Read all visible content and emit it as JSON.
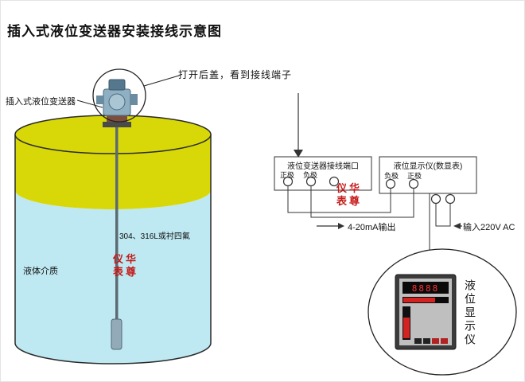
{
  "page": {
    "title": "插入式液位变送器安装接线示意图"
  },
  "tank": {
    "transmitter_label": "插入式液位变送器",
    "rod_material_label": "304、316L或衬四氟",
    "medium_label": "液体介质"
  },
  "callout": {
    "open_cover_text": "打开后盖，看到接线端子"
  },
  "watermark": {
    "line1": "仪华",
    "line2": "表尊"
  },
  "transmitter_terminal_box": {
    "title": "液位变送器接线端口",
    "positive_label": "正极",
    "negative_label": "负极"
  },
  "display_meter_box": {
    "title": "液位显示仪(数显表)",
    "negative_label": "负极",
    "positive_label": "正极"
  },
  "signals": {
    "output_label": "4-20mA输出",
    "power_label": "输入220V AC"
  },
  "detail_view": {
    "vertical_label": "液位显示仪",
    "display_digits": "8888"
  },
  "colors": {
    "tank_top_yellow": "#d8d808",
    "liquid_blue": "#bfe9f2",
    "watermark_red": "#c41b1b",
    "led_red": "#ff3232",
    "line_black": "#2a2a2a"
  }
}
